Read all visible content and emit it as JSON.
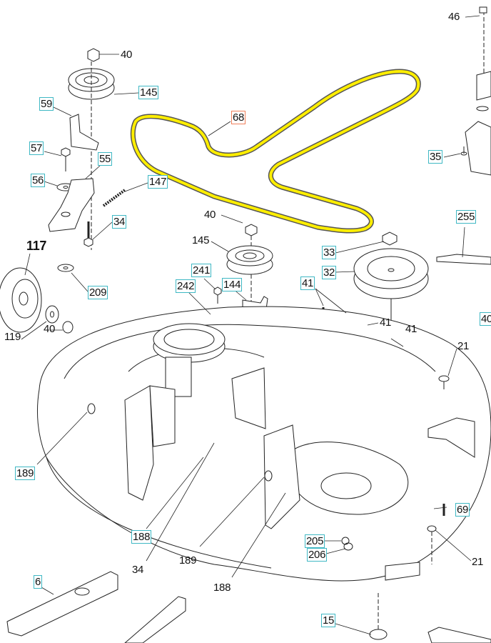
{
  "diagram": {
    "title": "Mower deck parts diagram",
    "colors": {
      "label_border": "#3fb8c4",
      "selected_label_border": "#f0805a",
      "belt_highlight": "#ffee00",
      "line": "#222222"
    },
    "labels": [
      {
        "id": "l40a",
        "text": "40",
        "linked": false
      },
      {
        "id": "l145a",
        "text": "145",
        "linked": true
      },
      {
        "id": "l59",
        "text": "59",
        "linked": true
      },
      {
        "id": "l57",
        "text": "57",
        "linked": true
      },
      {
        "id": "l55",
        "text": "55",
        "linked": true
      },
      {
        "id": "l56",
        "text": "56",
        "linked": true
      },
      {
        "id": "l147",
        "text": "147",
        "linked": true
      },
      {
        "id": "l34a",
        "text": "34",
        "linked": true
      },
      {
        "id": "l117",
        "text": "117",
        "linked": false
      },
      {
        "id": "l209",
        "text": "209",
        "linked": true
      },
      {
        "id": "l119",
        "text": "119",
        "linked": false
      },
      {
        "id": "l40b",
        "text": "40",
        "linked": false
      },
      {
        "id": "l68",
        "text": "68",
        "linked": true,
        "selected": true
      },
      {
        "id": "l46",
        "text": "46",
        "linked": false
      },
      {
        "id": "l35",
        "text": "35",
        "linked": true
      },
      {
        "id": "l40c",
        "text": "40",
        "linked": false
      },
      {
        "id": "l145b",
        "text": "145",
        "linked": false
      },
      {
        "id": "l241",
        "text": "241",
        "linked": true
      },
      {
        "id": "l242",
        "text": "242",
        "linked": true
      },
      {
        "id": "l144",
        "text": "144",
        "linked": true
      },
      {
        "id": "l33",
        "text": "33",
        "linked": true
      },
      {
        "id": "l32",
        "text": "32",
        "linked": true
      },
      {
        "id": "l255",
        "text": "255",
        "linked": true
      },
      {
        "id": "l41a",
        "text": "41",
        "linked": true
      },
      {
        "id": "l41b",
        "text": "41",
        "linked": false
      },
      {
        "id": "l41c",
        "text": "41",
        "linked": false
      },
      {
        "id": "l40d",
        "text": "40",
        "linked": true
      },
      {
        "id": "l21a",
        "text": "21",
        "linked": false
      },
      {
        "id": "l69",
        "text": "69",
        "linked": true
      },
      {
        "id": "l21b",
        "text": "21",
        "linked": false
      },
      {
        "id": "l189a",
        "text": "189",
        "linked": true
      },
      {
        "id": "l188a",
        "text": "188",
        "linked": true
      },
      {
        "id": "l34b",
        "text": "34",
        "linked": false
      },
      {
        "id": "l189b",
        "text": "189",
        "linked": false
      },
      {
        "id": "l188b",
        "text": "188",
        "linked": false
      },
      {
        "id": "l205",
        "text": "205",
        "linked": true
      },
      {
        "id": "l206",
        "text": "206",
        "linked": true
      },
      {
        "id": "l6",
        "text": "6",
        "linked": true
      },
      {
        "id": "l15",
        "text": "15",
        "linked": true
      }
    ]
  }
}
